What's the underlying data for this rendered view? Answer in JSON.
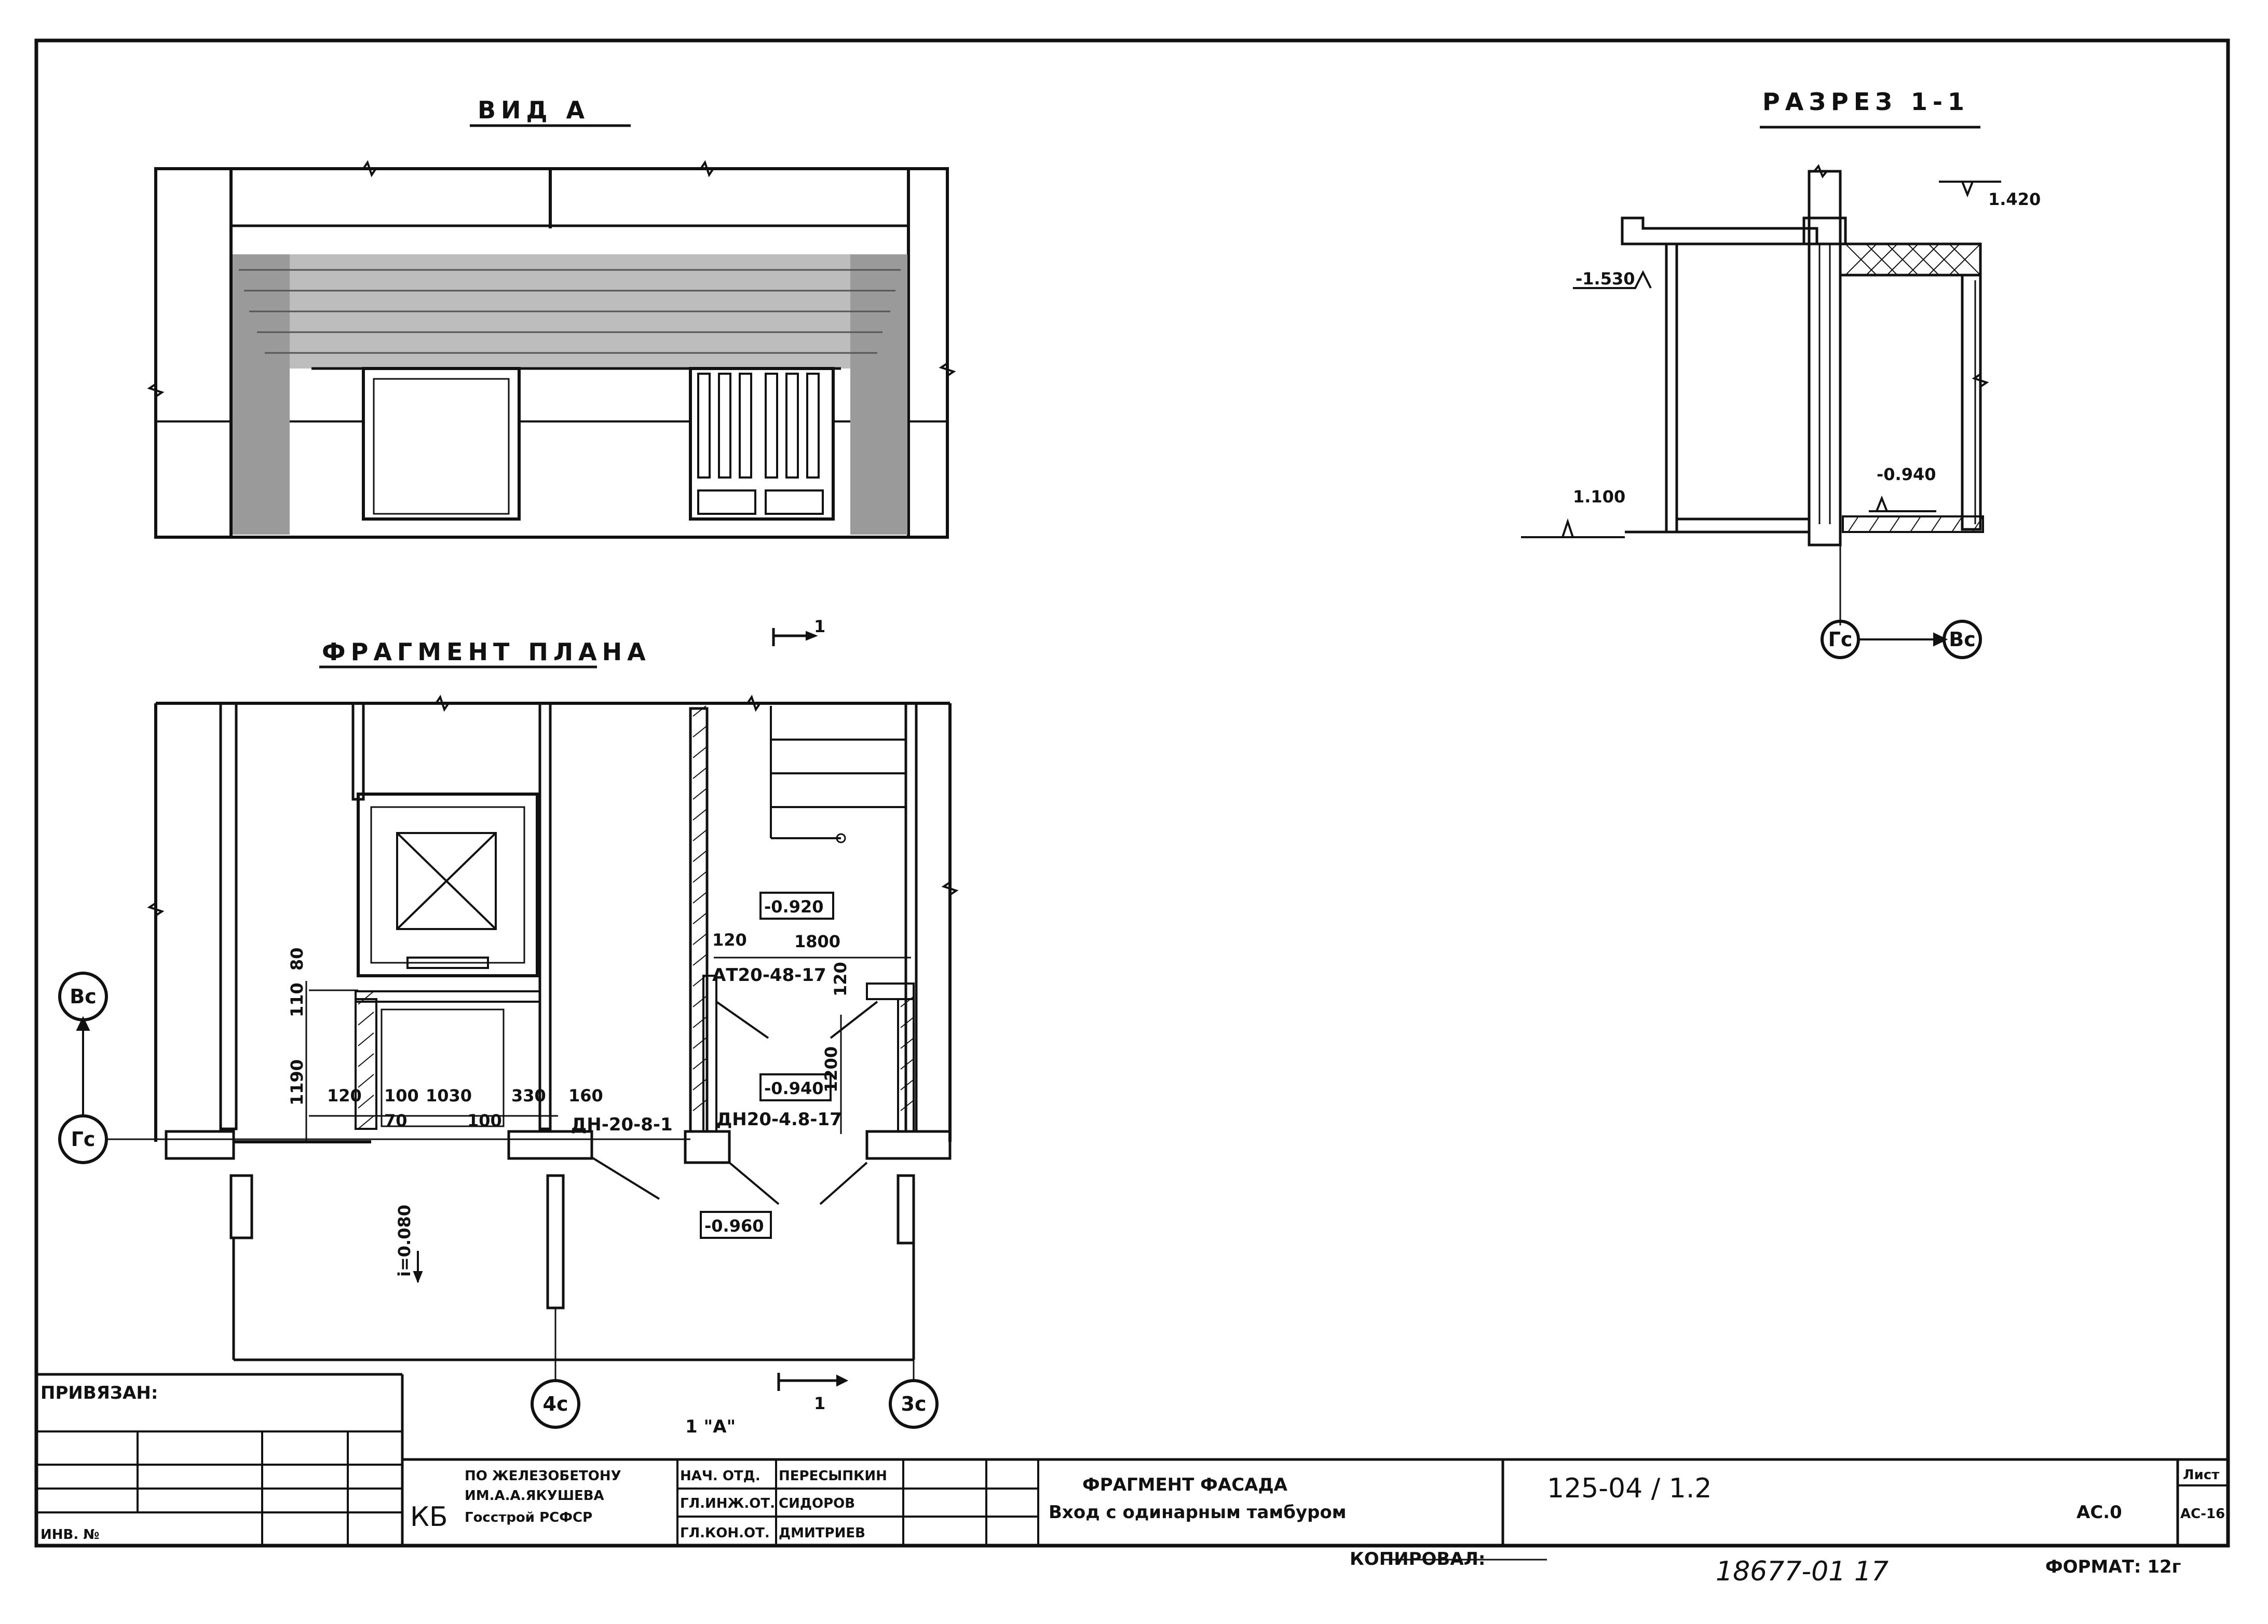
{
  "views": {
    "view_a_title": "ВИД  А",
    "section_title": "РАЗРЕЗ  1-1",
    "plan_title": "ФРАГМЕНТ  ПЛАНА"
  },
  "section": {
    "level_top_right": "1.420",
    "level_top_left": "-1.530",
    "level_bottom_left": "1.100",
    "level_bottom_right": "-0.940",
    "axis_left": "Гс",
    "axis_right": "Вс"
  },
  "plan": {
    "cut_top_label": "1",
    "cut_bottom_label": "1",
    "level_1": "-0.920",
    "level_2": "-0.940",
    "level_3": "-0.960",
    "slope": "i=0.080",
    "dims": [
      "120",
      "1800",
      "120",
      "1200",
      "80",
      "110",
      "1190",
      "120",
      "100",
      "1030",
      "330",
      "160",
      "70",
      "100"
    ],
    "mark_door_1": "АТ20-48-17",
    "mark_door_2": "ДН-20-8-1",
    "mark_door_3": "ДН20-4.8-17",
    "axis_bc": "Вс",
    "axis_gc": "Гс",
    "axis_4c": "4с",
    "axis_3c": "3с",
    "view_mark": "1 \"А\""
  },
  "title_block": {
    "attached_label": "ПРИВЯЗАН:",
    "inv_label": "ИНВ. №",
    "org_logo": "КБ",
    "org_line1": "ПО ЖЕЛЕЗОБЕТОНУ",
    "org_line2": "ИМ.А.А.ЯКУШЕВА",
    "org_line3": "Госстрой РСФСР",
    "role_1": "НАЧ. ОТД.",
    "name_1": "ПЕРЕСЫПКИН",
    "role_2": "ГЛ.ИНЖ.ОТ.",
    "name_2": "СИДОРОВ",
    "role_3": "ГЛ.КОН.ОТ.",
    "name_3": "ДМИТРИЕВ",
    "drawing_title_1": "ФРАГМЕНТ     ФАСАДА",
    "drawing_title_2": "Вход  с одинарным тамбуром",
    "project_code": "125-04 / 1.2",
    "stage": "АС.0",
    "sheet_label": "Лист",
    "sheet_number": "АС-16",
    "copied_by": "КОПИРОВАЛ:",
    "archive_number": "18677-01   17",
    "format": "ФОРМАТ: 12г"
  }
}
